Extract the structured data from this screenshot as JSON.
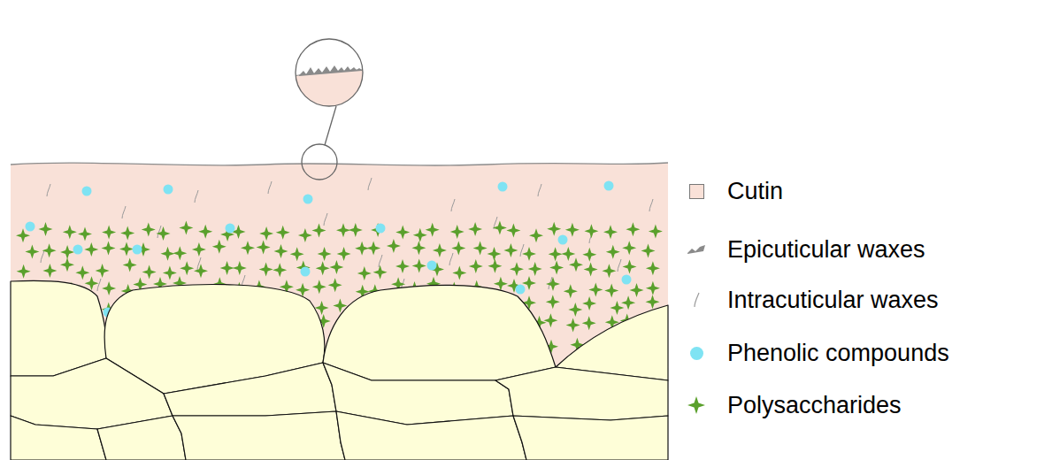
{
  "diagram": {
    "legend": [
      {
        "text": "Cutin",
        "color": "#f9e1d8"
      },
      {
        "text": "Epicuticular waxes"
      },
      {
        "text": "Intracuticular waxes"
      },
      {
        "text": "Phenolic compounds",
        "color": "#7fe3f3"
      },
      {
        "text": "Polysaccharides"
      }
    ]
  }
}
